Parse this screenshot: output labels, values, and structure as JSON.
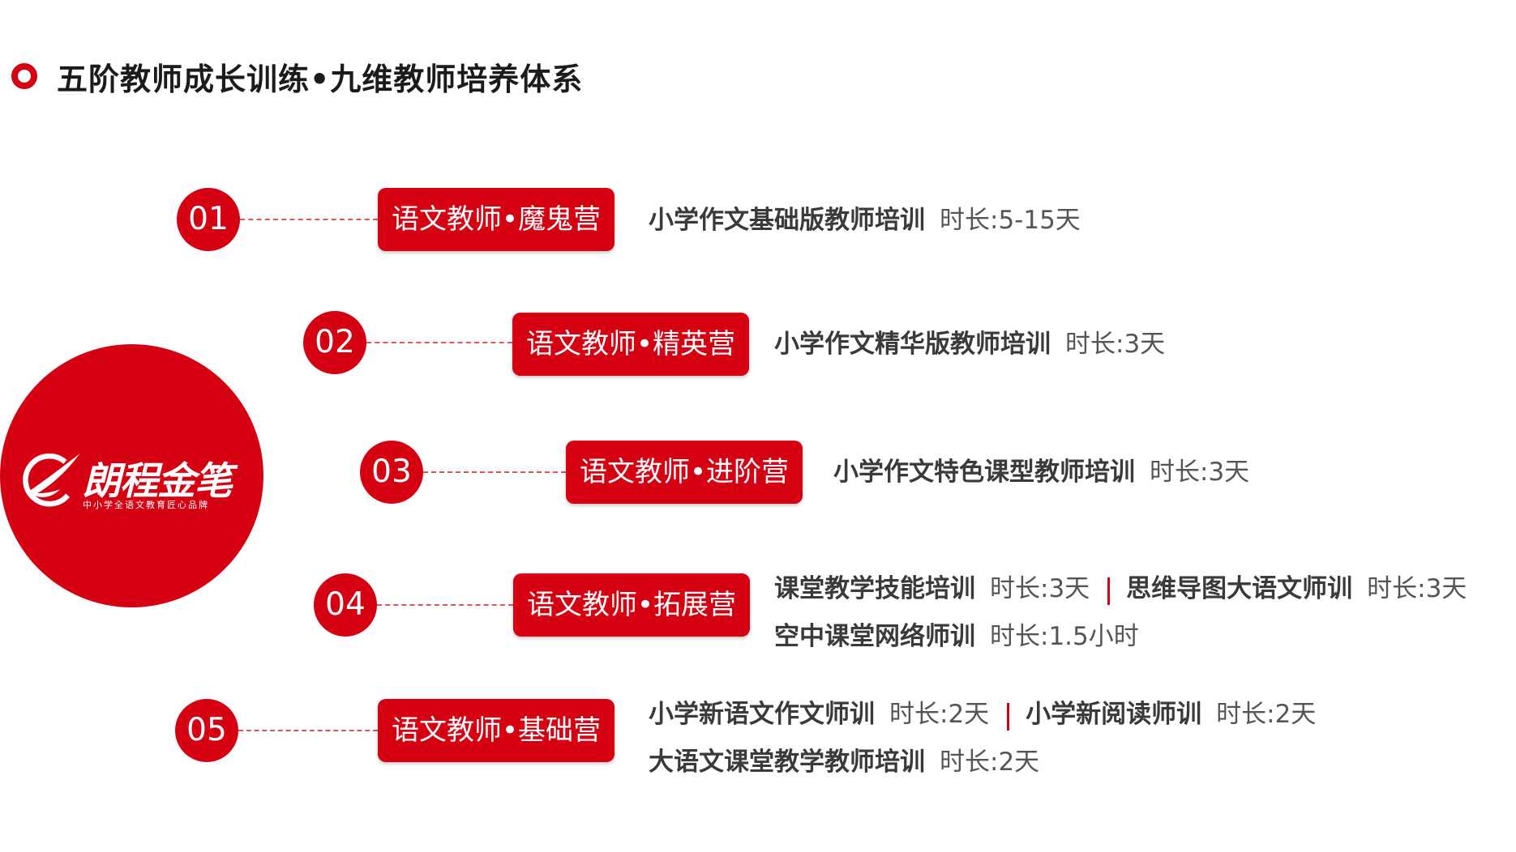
{
  "header": {
    "title": "五阶教师成长训练•九维教师培养体系"
  },
  "logo": {
    "name": "朗程金笔",
    "slogan": "中小学全语文教育匠心品牌"
  },
  "colors": {
    "accent": "#d50012",
    "text": "#3a3a3a"
  },
  "stages": [
    {
      "num": "01",
      "camp": "语文教师•魔鬼营",
      "lines": [
        [
          {
            "name": "小学作文基础版教师培训",
            "duration": "时长:5-15天"
          }
        ]
      ]
    },
    {
      "num": "02",
      "camp": "语文教师•精英营",
      "lines": [
        [
          {
            "name": "小学作文精华版教师培训",
            "duration": "时长:3天"
          }
        ]
      ]
    },
    {
      "num": "03",
      "camp": "语文教师•进阶营",
      "lines": [
        [
          {
            "name": "小学作文特色课型教师培训",
            "duration": "时长:3天"
          }
        ]
      ]
    },
    {
      "num": "04",
      "camp": "语文教师•拓展营",
      "lines": [
        [
          {
            "name": "课堂教学技能培训",
            "duration": "时长:3天"
          },
          {
            "name": "思维导图大语文师训",
            "duration": "时长:3天"
          }
        ],
        [
          {
            "name": "空中课堂网络师训",
            "duration": "时长:1.5小时"
          }
        ]
      ]
    },
    {
      "num": "05",
      "camp": "语文教师•基础营",
      "lines": [
        [
          {
            "name": "小学新语文作文师训",
            "duration": "时长:2天"
          },
          {
            "name": "小学新阅读师训",
            "duration": "时长:2天"
          }
        ],
        [
          {
            "name": "大语文课堂教学教师培训",
            "duration": "时长:2天"
          }
        ]
      ]
    }
  ]
}
